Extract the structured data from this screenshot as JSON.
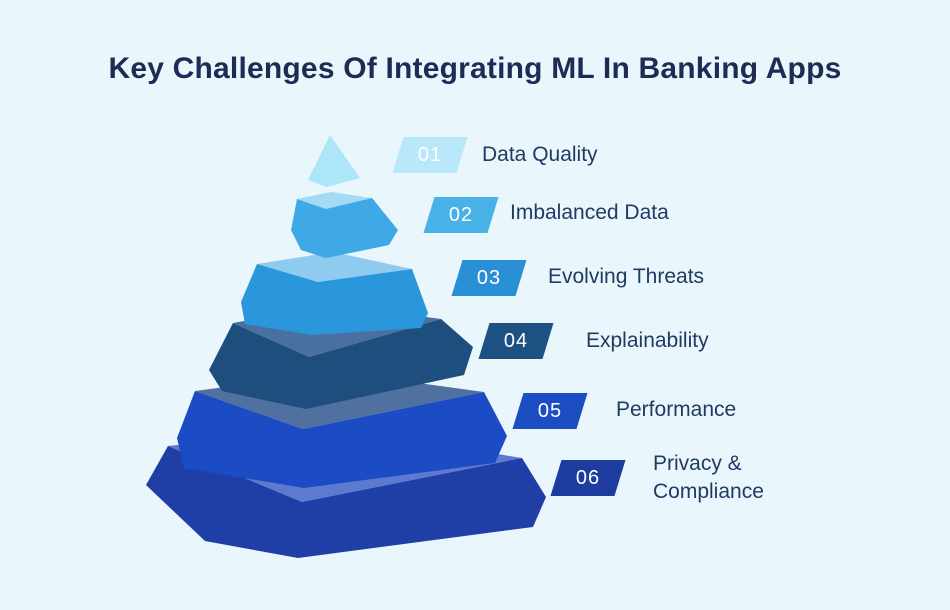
{
  "title": "Key Challenges Of Integrating ML In Banking Apps",
  "colors": {
    "background": "#e9f6fb",
    "title_text": "#1d2c54",
    "label_text": "#213a64",
    "badge_text": "#ffffff"
  },
  "items": [
    {
      "number": "01",
      "label": "Data Quality",
      "badge_color": "#b9e8fa",
      "front_color": "#ade6f9",
      "top_color": "#ade6f9"
    },
    {
      "number": "02",
      "label": "Imbalanced Data",
      "badge_color": "#47b1e8",
      "front_color": "#3fa9e6",
      "top_color": "#a4daf3"
    },
    {
      "number": "03",
      "label": "Evolving Threats",
      "badge_color": "#2a90d5",
      "front_color": "#2a96dc",
      "top_color": "#8ecbef"
    },
    {
      "number": "04",
      "label": "Explainability",
      "badge_color": "#1d5183",
      "front_color": "#1d4e7e",
      "top_color": "#49709f"
    },
    {
      "number": "05",
      "label": "Performance",
      "badge_color": "#1c4dc2",
      "front_color": "#1c4cc4",
      "top_color": "#50709f"
    },
    {
      "number": "06",
      "label": "Privacy & Compliance",
      "badge_color": "#1e3c9f",
      "front_color": "#1f3ea6",
      "top_color": "#5d7ace"
    }
  ]
}
